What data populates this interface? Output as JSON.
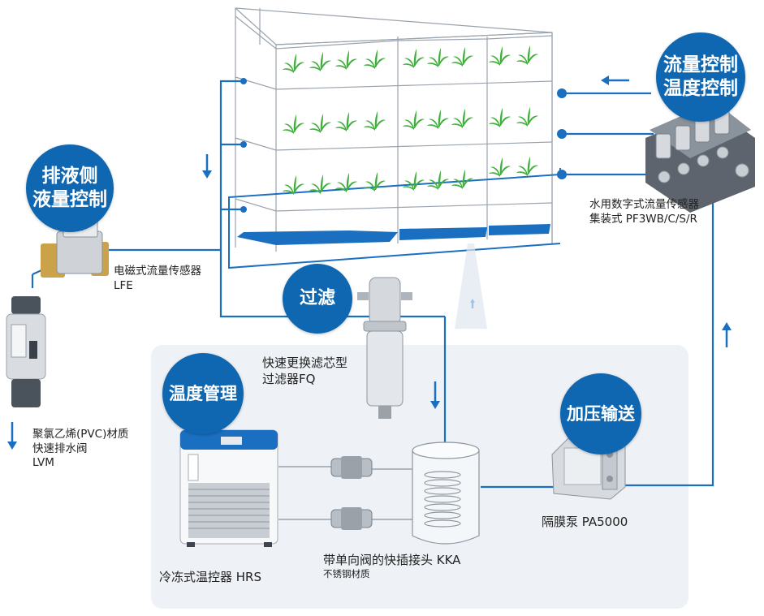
{
  "bubbles": {
    "drain_control": "排液侧\n液量控制",
    "flow_temp_control": "流量控制\n温度控制",
    "filtration": "过滤",
    "temperature_management": "温度管理",
    "pressurized_delivery": "加压输送"
  },
  "labels": {
    "flow_sensor_manifold": "水用数字式流量传感器\n集装式  PF3WB/C/S/R",
    "electromagnetic_flow_sensor": "电磁式流量传感器\nLFE",
    "filter": "快速更换滤芯型\n过滤器FQ",
    "drain_valve": "聚氯乙烯(PVC)材质\n快速排水阀\nLVM",
    "chiller": "冷冻式温控器  HRS",
    "quick_coupler": "带单向阀的快插接头  KKA",
    "quick_coupler_material": "不锈钢材质",
    "diaphragm_pump": "隔膜泵  PA5000"
  },
  "colors": {
    "brand_blue": "#0f67b1",
    "pipe_blue": "#1a6fc0",
    "panel_bg": "#eef1f5"
  }
}
